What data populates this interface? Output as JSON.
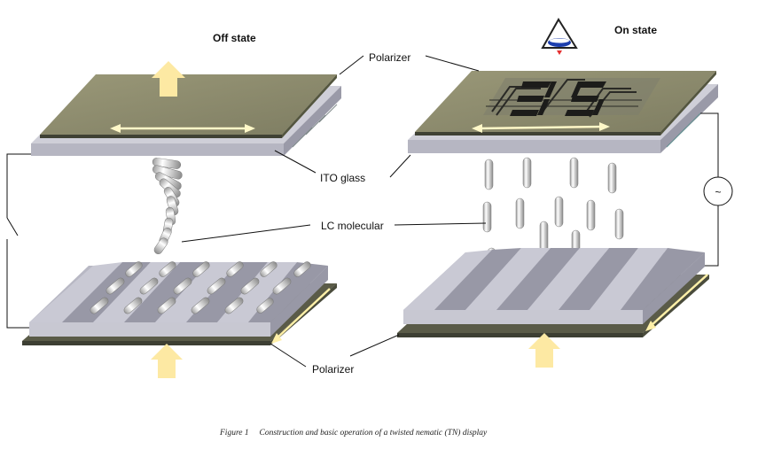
{
  "states": {
    "off": "Off state",
    "on": "On state"
  },
  "labels": {
    "polarizer_top": "Polarizer",
    "ito_glass": "ITO glass",
    "lc_molecular": "LC molecular",
    "polarizer_bottom": "Polarizer"
  },
  "ac_symbol": "~",
  "caption": "Figure 1     Construction and basic operation of a twisted nematic (TN) display",
  "colors": {
    "polarizer": "#8b8a6c",
    "polarizer_dark": "#3d3f33",
    "glass_top": "#c9c9d2",
    "glass_side": "#a7a7b3",
    "groove_light": "#c7c7d2",
    "groove_dark": "#8d8d99",
    "arrow_fill": "#fde9a3",
    "double_arrow": "#fff8c8"
  },
  "icons": {
    "eye": "eye-icon",
    "light": "light-arrow-icon",
    "ac": "ac-source-icon"
  }
}
